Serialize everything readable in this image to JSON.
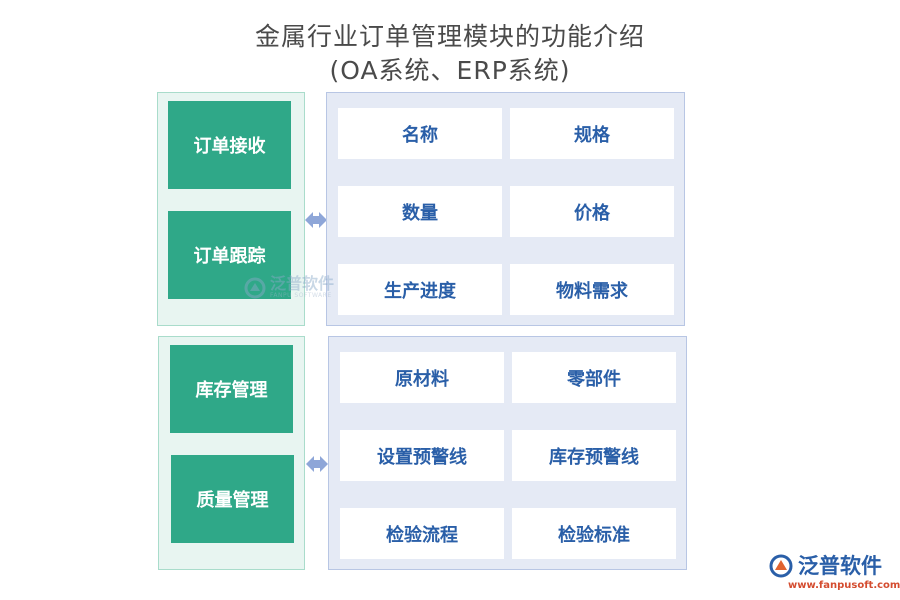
{
  "title": {
    "line1": "金属行业订单管理模块的功能介绍",
    "line2": "(OA系统、ERP系统)"
  },
  "groups": [
    {
      "left_items": [
        "订单接收",
        "订单跟踪"
      ],
      "cells": [
        "名称",
        "规格",
        "数量",
        "价格",
        "生产进度",
        "物料需求"
      ]
    },
    {
      "left_items": [
        "库存管理",
        "质量管理"
      ],
      "cells": [
        "原材料",
        "零部件",
        "设置预警线",
        "库存预警线",
        "检验流程",
        "检验标准"
      ]
    }
  ],
  "watermark": {
    "name": "泛普软件",
    "sub": "FANPU SOFTWARE"
  },
  "logo": {
    "name": "泛普软件",
    "url": "www.fanpusoft.com"
  },
  "colors": {
    "green": "#2fa888",
    "cell_text": "#2a5fa8",
    "right_panel": "#e5eaf5",
    "left_panel": "#e8f5f1",
    "arrow": "#8ea6d8"
  }
}
